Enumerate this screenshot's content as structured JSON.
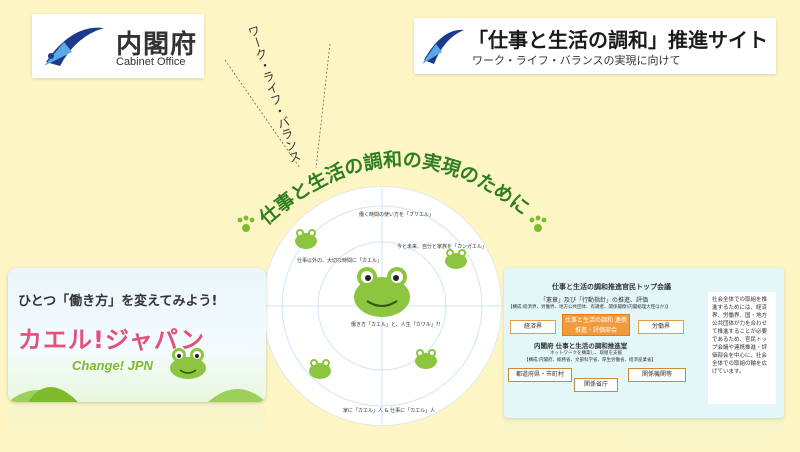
{
  "cabinet_logo": {
    "jp": "内閣府",
    "en": "Cabinet Office"
  },
  "wlb_logo": {
    "title": "「仕事と生活の調和」推進サイト",
    "subtitle": "ワーク・ライフ・バランスの実現に向けて"
  },
  "vertical_text": "ワーク・ライフ・バランス",
  "main_title": "仕事と生活の調和の実現のために",
  "circle": {
    "labels": [
      "働く時間の使い方を「ブリエル」",
      "今と未来、自分と家族を「カンガエル」",
      "仕事以外の、大切な時間に「カエル」",
      "働き方「カエル」と、人生「カワル」?!",
      "家に「カエル」人 & 仕事に「カエル」人"
    ]
  },
  "kaeru_card": {
    "line1": "ひとつ「働き方」を変えてみよう!",
    "line2": "カエル!ジャパン",
    "line3": "Change! JPN"
  },
  "diagram": {
    "header": "仕事と生活の調和推進官民トップ会議",
    "sub1": "「憲章」及び「行動指針」の推進、評価",
    "sub2": "【構成:経済界、労働界、地方公共団体、有識者、関係閣僚(内閣総理大臣ほか)】",
    "center": "仕事と生活の調和 連携推進・評価部会",
    "left": "経済界",
    "right": "労働界",
    "office": "内閣府 仕事と生活の調和推進室",
    "office_sub1": "ネットワークを構築し、取組を支援",
    "office_sub2": "【構成:内閣府、総務省、文部科学省、厚生労働省、経済産業省】",
    "foot1": "都道府県・市町村",
    "foot2": "関係省庁",
    "foot3": "関係機関等",
    "note": "社会全体での取組を推進するためには、経済界、労働界、国・地方公共団体が力を合わせて推進することが必要であるため、官民トップ会議や連携推進・評価部会を中心に、社会全体での取組の輪を広げています。"
  },
  "colors": {
    "background": "#fdf6c4",
    "frog_green": "#7dbb2c",
    "pink": "#e0527a",
    "navy": "#1b3a8c"
  }
}
